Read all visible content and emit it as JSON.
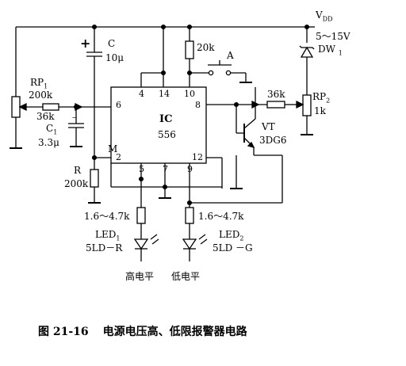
{
  "supply": {
    "vdd": "V",
    "vdd_sub": "DD"
  },
  "zener": {
    "voltage": "5～15V",
    "name": "DW",
    "name_sub": "1"
  },
  "pot1": {
    "name": "RP",
    "name_sub": "1",
    "value": "200k"
  },
  "pot2": {
    "name": "RP",
    "name_sub": "2",
    "value": "1k"
  },
  "cap_c": {
    "name": "C",
    "value": "10μ"
  },
  "cap_c1": {
    "name": "C",
    "name_sub": "1",
    "value": "3.3μ"
  },
  "res_20k": {
    "value": "20k"
  },
  "res_36k_left": {
    "value": "36k"
  },
  "res_36k_right": {
    "value": "36k"
  },
  "res_r": {
    "name": "R",
    "value": "200k"
  },
  "switch": {
    "name": "A"
  },
  "node_m": {
    "name": "M"
  },
  "ic": {
    "name": "IC",
    "part": "556",
    "pins": {
      "p1": "4",
      "p2": "14",
      "p3": "10",
      "p4": "6",
      "p5": "8",
      "p6": "2",
      "p7": "12",
      "p8": "5",
      "p9": "7",
      "p10": "9"
    }
  },
  "transistor": {
    "name": "VT",
    "part": "3DG6"
  },
  "res_led1": {
    "value": "1.6～4.7k"
  },
  "res_led2": {
    "value": "1.6～4.7k"
  },
  "led1": {
    "name": "LED",
    "name_sub": "1",
    "part": "5LD－R",
    "meaning": "高电平"
  },
  "led2": {
    "name": "LED",
    "name_sub": "2",
    "part": "5LD －G",
    "meaning": "低电平"
  },
  "caption": {
    "figure": "图 21-16",
    "title": "电源电压高、低限报警器电路"
  }
}
